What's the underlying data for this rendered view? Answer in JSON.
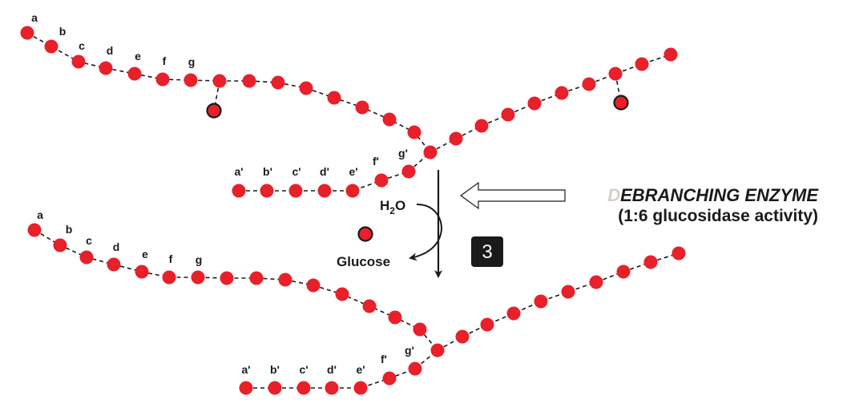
{
  "colors": {
    "residue_fill": "#e8202a",
    "residue_stroke": "#b81820",
    "bond": "#1a1a1a",
    "text": "#1a1a1a",
    "enzyme_highlight": "#d8cfc4"
  },
  "top_structure": {
    "outer_labels": [
      "a",
      "b",
      "c",
      "d",
      "e",
      "f",
      "g"
    ],
    "inner_labels": [
      "a'",
      "b'",
      "c'",
      "d'",
      "e'",
      "f'",
      "g'"
    ]
  },
  "bottom_structure": {
    "outer_labels": [
      "a",
      "b",
      "c",
      "d",
      "e",
      "f",
      "g"
    ],
    "inner_labels": [
      "a'",
      "b'",
      "c'",
      "d'",
      "e'",
      "f'",
      "g'"
    ]
  },
  "reaction": {
    "water_label": "H",
    "water_subscript": "2",
    "water_suffix": "O",
    "product_label": "Glucose",
    "step_number": "3"
  },
  "enzyme": {
    "name_first": "D",
    "name_rest": "EBRANCHING ENZYME",
    "activity": "(1:6 glucosidase activity)"
  }
}
